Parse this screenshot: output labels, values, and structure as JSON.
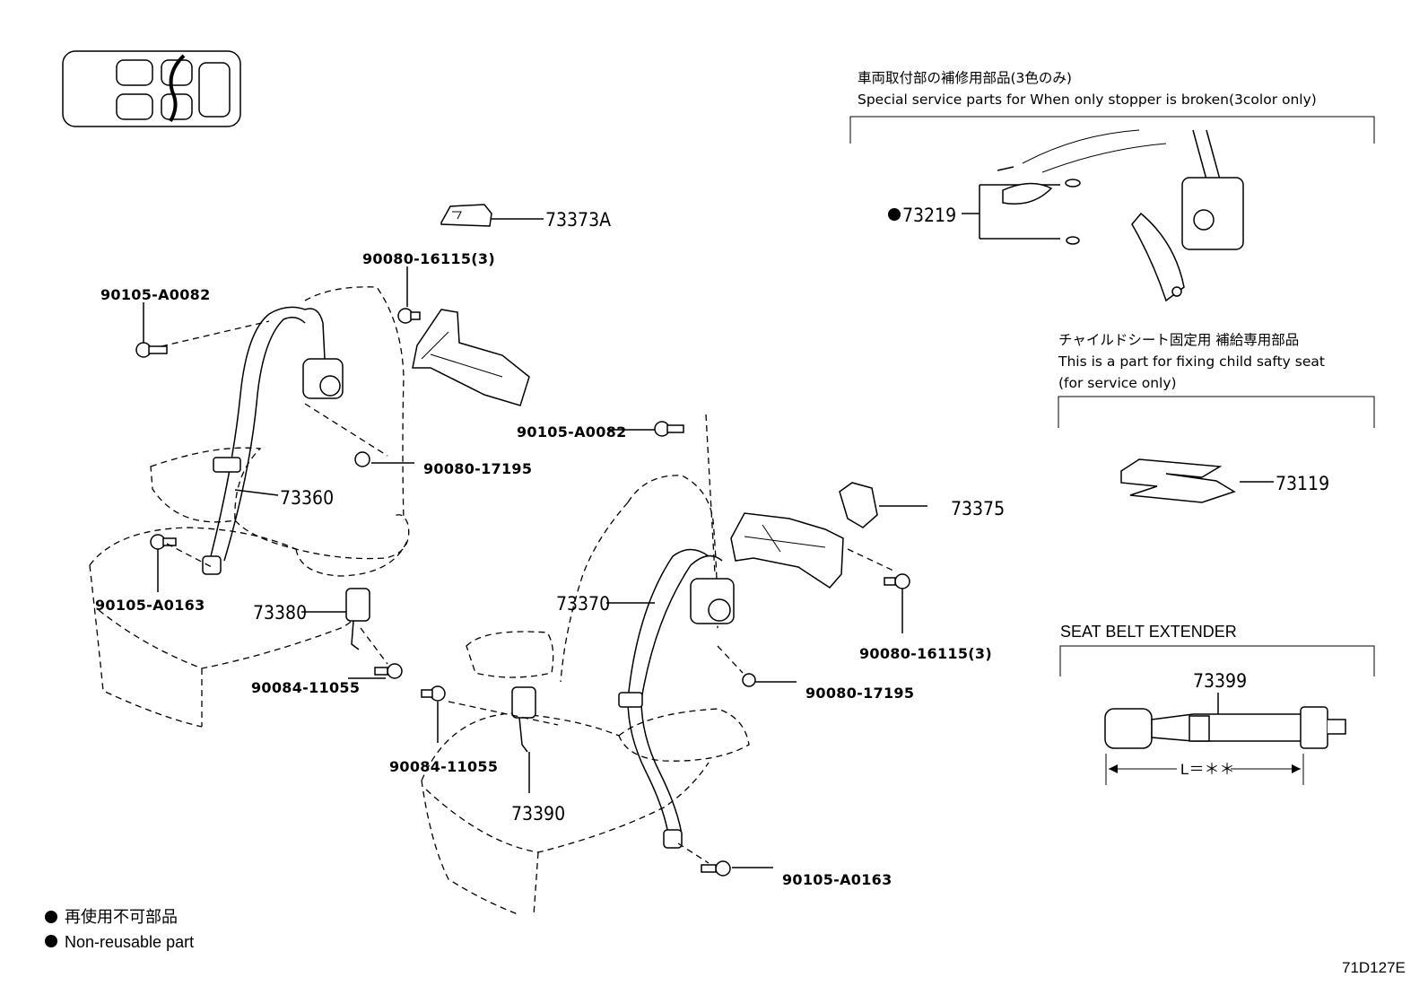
{
  "parts": {
    "p73373A": "73373A",
    "p73360": "73360",
    "p73380": "73380",
    "p73370": "73370",
    "p73390": "73390",
    "p73375": "73375",
    "p73219": "73219",
    "p73119": "73119",
    "p73399": "73399"
  },
  "fasteners": {
    "f1": "90080-16115(3)",
    "f2": "90105-A0082",
    "f3": "90105-A0082",
    "f4": "90080-17195",
    "f5": "90105-A0163",
    "f6": "90084-11055",
    "f7": "90084-11055",
    "f8": "90080-16115(3)",
    "f9": "90080-17195",
    "f10": "90105-A0163"
  },
  "notes": {
    "stopper_jp": "車両取付部の補修用部品(3色のみ)",
    "stopper_en": "Special service parts for When only stopper is broken(3color only)",
    "child_jp": "チャイルドシート固定用 補給専用部品",
    "child_en1": "This is a part for fixing child safty seat",
    "child_en2": "(for service only)",
    "extender": "SEAT BELT EXTENDER",
    "length": "L＝＊＊"
  },
  "legend": {
    "jp": "再使用不可部品",
    "en": "Non-reusable part"
  },
  "diagram_code": "71D127E"
}
